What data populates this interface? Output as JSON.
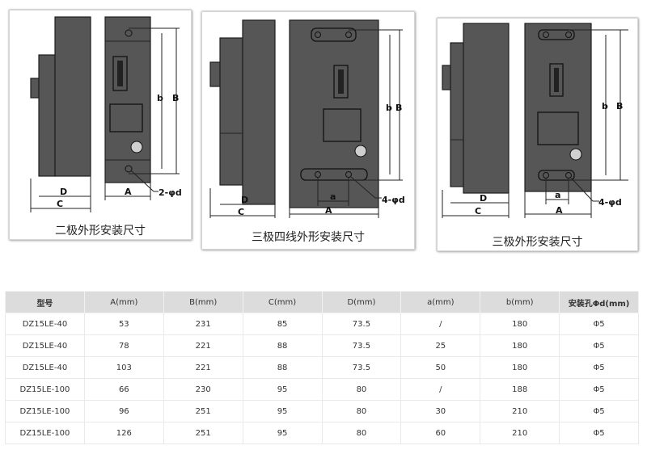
{
  "captions": {
    "two_pole": "二极外形安装尺寸",
    "three_pole_four_wire": "三极四线外形安装尺寸",
    "three_pole": "三极外形安装尺寸"
  },
  "dims": {
    "A": "A",
    "B": "B",
    "C": "C",
    "D": "D",
    "a": "a",
    "b": "b",
    "hole2": "2-φd",
    "hole4": "4-φd"
  },
  "table": {
    "headers": [
      "型号",
      "A(mm)",
      "B(mm)",
      "C(mm)",
      "D(mm)",
      "a(mm)",
      "b(mm)",
      "安装孔Φd(mm)"
    ],
    "rows": [
      [
        "DZ15LE-40",
        "53",
        "231",
        "85",
        "73.5",
        "/",
        "180",
        "Φ5"
      ],
      [
        "DZ15LE-40",
        "78",
        "221",
        "88",
        "73.5",
        "25",
        "180",
        "Φ5"
      ],
      [
        "DZ15LE-40",
        "103",
        "221",
        "88",
        "73.5",
        "50",
        "180",
        "Φ5"
      ],
      [
        "DZ15LE-100",
        "66",
        "230",
        "95",
        "80",
        "/",
        "188",
        "Φ5"
      ],
      [
        "DZ15LE-100",
        "96",
        "251",
        "95",
        "80",
        "30",
        "210",
        "Φ5"
      ],
      [
        "DZ15LE-100",
        "126",
        "251",
        "95",
        "80",
        "60",
        "210",
        "Φ5"
      ]
    ]
  }
}
